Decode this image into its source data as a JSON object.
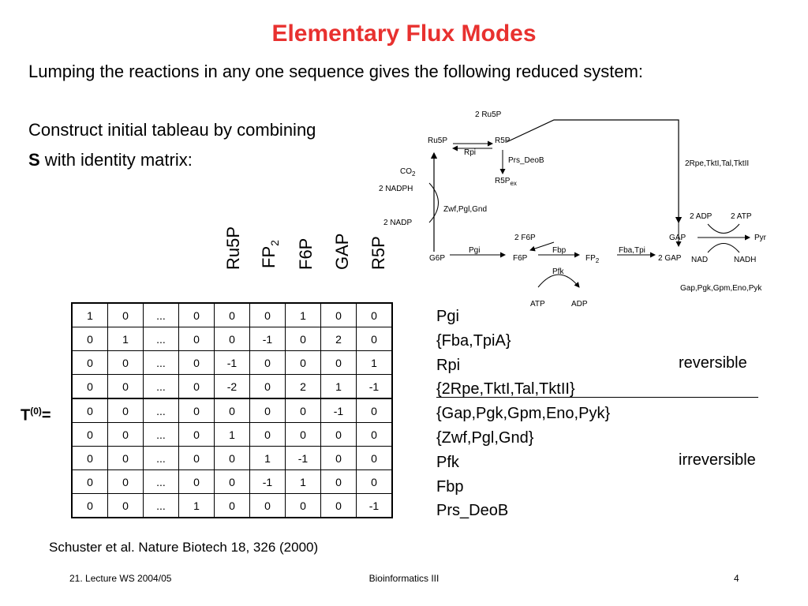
{
  "title": "Elementary Flux Modes",
  "subtitle": "Lumping the reactions in any one sequence gives the following reduced system:",
  "construct": {
    "line1": "Construct initial tableau by combining",
    "bold": "S",
    "rest": " with identity matrix:"
  },
  "columns": [
    "Ru5P",
    "FP",
    "F6P",
    "GAP",
    "R5P"
  ],
  "fp_sub": "2",
  "tableau": {
    "label": "T",
    "label_sup": "(0)",
    "label_eq": "=",
    "rows": [
      [
        "1",
        "0",
        "...",
        "0",
        "0",
        "0",
        "1",
        "0",
        "0"
      ],
      [
        "0",
        "1",
        "...",
        "0",
        "0",
        "-1",
        "0",
        "2",
        "0"
      ],
      [
        "0",
        "0",
        "...",
        "0",
        "-1",
        "0",
        "0",
        "0",
        "1"
      ],
      [
        "0",
        "0",
        "...",
        "0",
        "-2",
        "0",
        "2",
        "1",
        "-1"
      ],
      [
        "0",
        "0",
        "...",
        "0",
        "0",
        "0",
        "0",
        "-1",
        "0"
      ],
      [
        "0",
        "0",
        "...",
        "0",
        "1",
        "0",
        "0",
        "0",
        "0"
      ],
      [
        "0",
        "0",
        "...",
        "0",
        "0",
        "1",
        "-1",
        "0",
        "0"
      ],
      [
        "0",
        "0",
        "...",
        "0",
        "0",
        "-1",
        "1",
        "0",
        "0"
      ],
      [
        "0",
        "0",
        "...",
        "1",
        "0",
        "0",
        "0",
        "0",
        "-1"
      ]
    ]
  },
  "reactions": [
    "Pgi",
    "{Fba,TpiA}",
    "Rpi",
    "{2Rpe,TktI,Tal,TktII}",
    "{Gap,Pgk,Gpm,Eno,Pyk}",
    "{Zwf,Pgl,Gnd}",
    "Pfk",
    "Fbp",
    "Prs_DeoB"
  ],
  "reversible_label": "reversible",
  "irreversible_label": "irreversible",
  "citation": "Schuster et al. Nature Biotech 18, 326 (2000)",
  "footer": {
    "left": "21. Lecture WS 2004/05",
    "center": "Bioinformatics III",
    "right": "4"
  },
  "diagram": {
    "two_ru5p": "2 Ru5P",
    "ru5p": "Ru5P",
    "r5p": "R5P",
    "rpi": "Rpi",
    "prs_deob": "Prs_DeoB",
    "r5p_ex": "R5P",
    "ex_sub": "ex",
    "co2": "CO",
    "co2_sub": "2",
    "two_nadph": "2 NADPH",
    "two_nadp": "2 NADP",
    "zwf": "Zwf,Pgl,Gnd",
    "two_rpe": "2Rpe,TktI,Tal,TktII",
    "two_f6p": "2 F6P",
    "g6p": "G6P",
    "pgi": "Pgi",
    "f6p": "F6P",
    "fbp": "Fbp",
    "fp2": "FP",
    "fp2_sub": "2",
    "fba": "Fba,Tpi",
    "two_gap": "2 GAP",
    "pfk": "Pfk",
    "atp": "ATP",
    "adp": "ADP",
    "two_adp": "2 ADP",
    "two_atp": "2 ATP",
    "gap": "GAP",
    "pyr": "Pyr",
    "nad": "NAD",
    "nadh": "NADH",
    "gap_pyk": "Gap,Pgk,Gpm,Eno,Pyk"
  }
}
